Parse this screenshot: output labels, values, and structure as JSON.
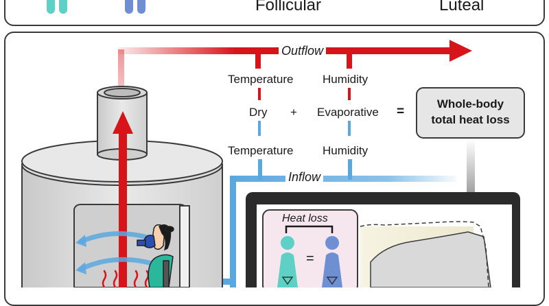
{
  "phases": {
    "follicular": "Follicular",
    "luteal": "Luteal"
  },
  "flows": {
    "outflow": "Outflow",
    "inflow": "Inflow"
  },
  "outflow_terms": {
    "temperature": "Temperature",
    "humidity": "Humidity"
  },
  "inflow_terms": {
    "temperature": "Temperature",
    "humidity": "Humidity"
  },
  "equation": {
    "dry": "Dry",
    "plus": "+",
    "evaporative": "Evaporative",
    "equals": "="
  },
  "result_box": {
    "line1": "Whole-body",
    "line2": "total heat loss"
  },
  "inset": {
    "title": "Heat loss",
    "equals": "="
  },
  "colors": {
    "outflow": "#d7141a",
    "inflow": "#5aa8e0",
    "teal": "#5fd0c6",
    "blue": "#6e8fd1",
    "outline": "#3a3a3a"
  }
}
